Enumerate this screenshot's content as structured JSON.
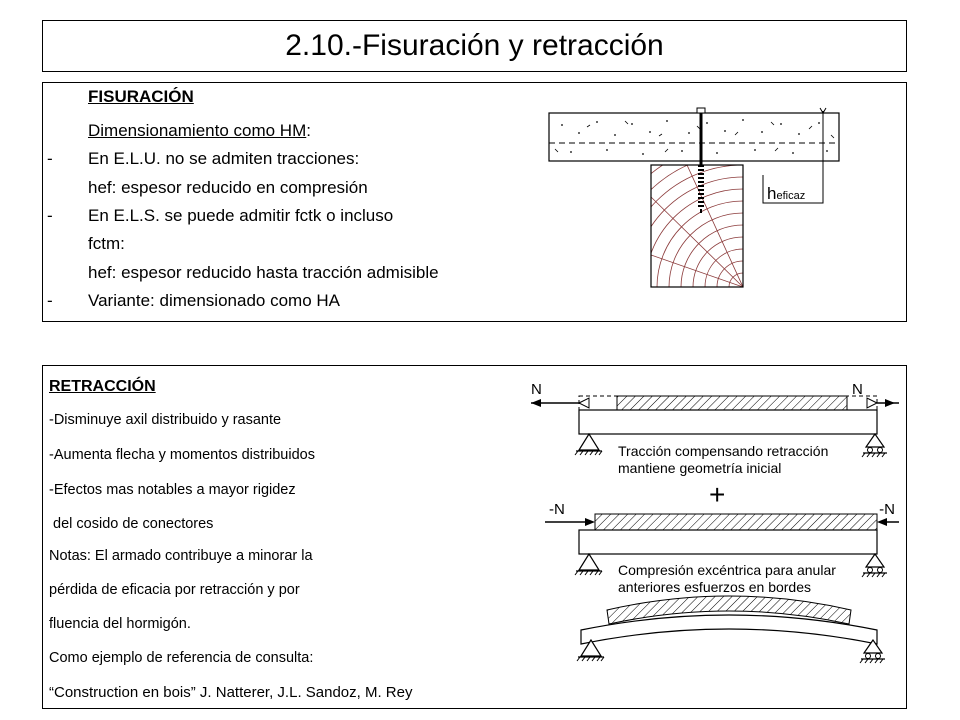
{
  "title": "2.10.-Fisuración y retracción",
  "fisuracion": {
    "heading": "FISURACIÓN",
    "subheading_underlined": "Dimensionamiento como HM",
    "subheading_rest": ":",
    "lines": [
      {
        "bullet": "-",
        "text": "En E.L.U. no se admiten tracciones:"
      },
      {
        "bullet": "",
        "text": "hef: espesor reducido en compresión"
      },
      {
        "bullet": "-",
        "text": "En E.L.S. se puede admitir fctk o incluso"
      },
      {
        "bullet": "",
        "text": "fctm:"
      },
      {
        "bullet": "",
        "text": "hef: espesor reducido hasta tracción admisible"
      },
      {
        "bullet": "-",
        "text": "Variante: dimensionado como HA"
      }
    ],
    "diagram_label_main": "h",
    "diagram_label_sub": "eficaz"
  },
  "retraccion": {
    "heading": "RETRACCIÓN",
    "lines": [
      "-Disminuye axil distribuido y rasante",
      "-Aumenta flecha y momentos distribuidos",
      "-Efectos mas notables a mayor rigidez",
      " del cosido de conectores",
      "Notas: El armado contribuye a minorar la",
      "pérdida de eficacia por retracción y por",
      "fluencia del hormigón.",
      "Como ejemplo de referencia de consulta:",
      "“Construction en bois” J. Natterer, J.L. Sandoz, M. Rey"
    ],
    "diagram": {
      "force_top_left": "N",
      "force_top_right": "N",
      "caption_top_1": "Tracción compensando retracción",
      "caption_top_2": "mantiene geometría inicial",
      "plus_sign": "+",
      "force_mid_left": "-N",
      "force_mid_right": "-N",
      "caption_mid_1": "Compresión excéntrica para anular",
      "caption_mid_2": "anteriores esfuerzos en bordes"
    }
  }
}
